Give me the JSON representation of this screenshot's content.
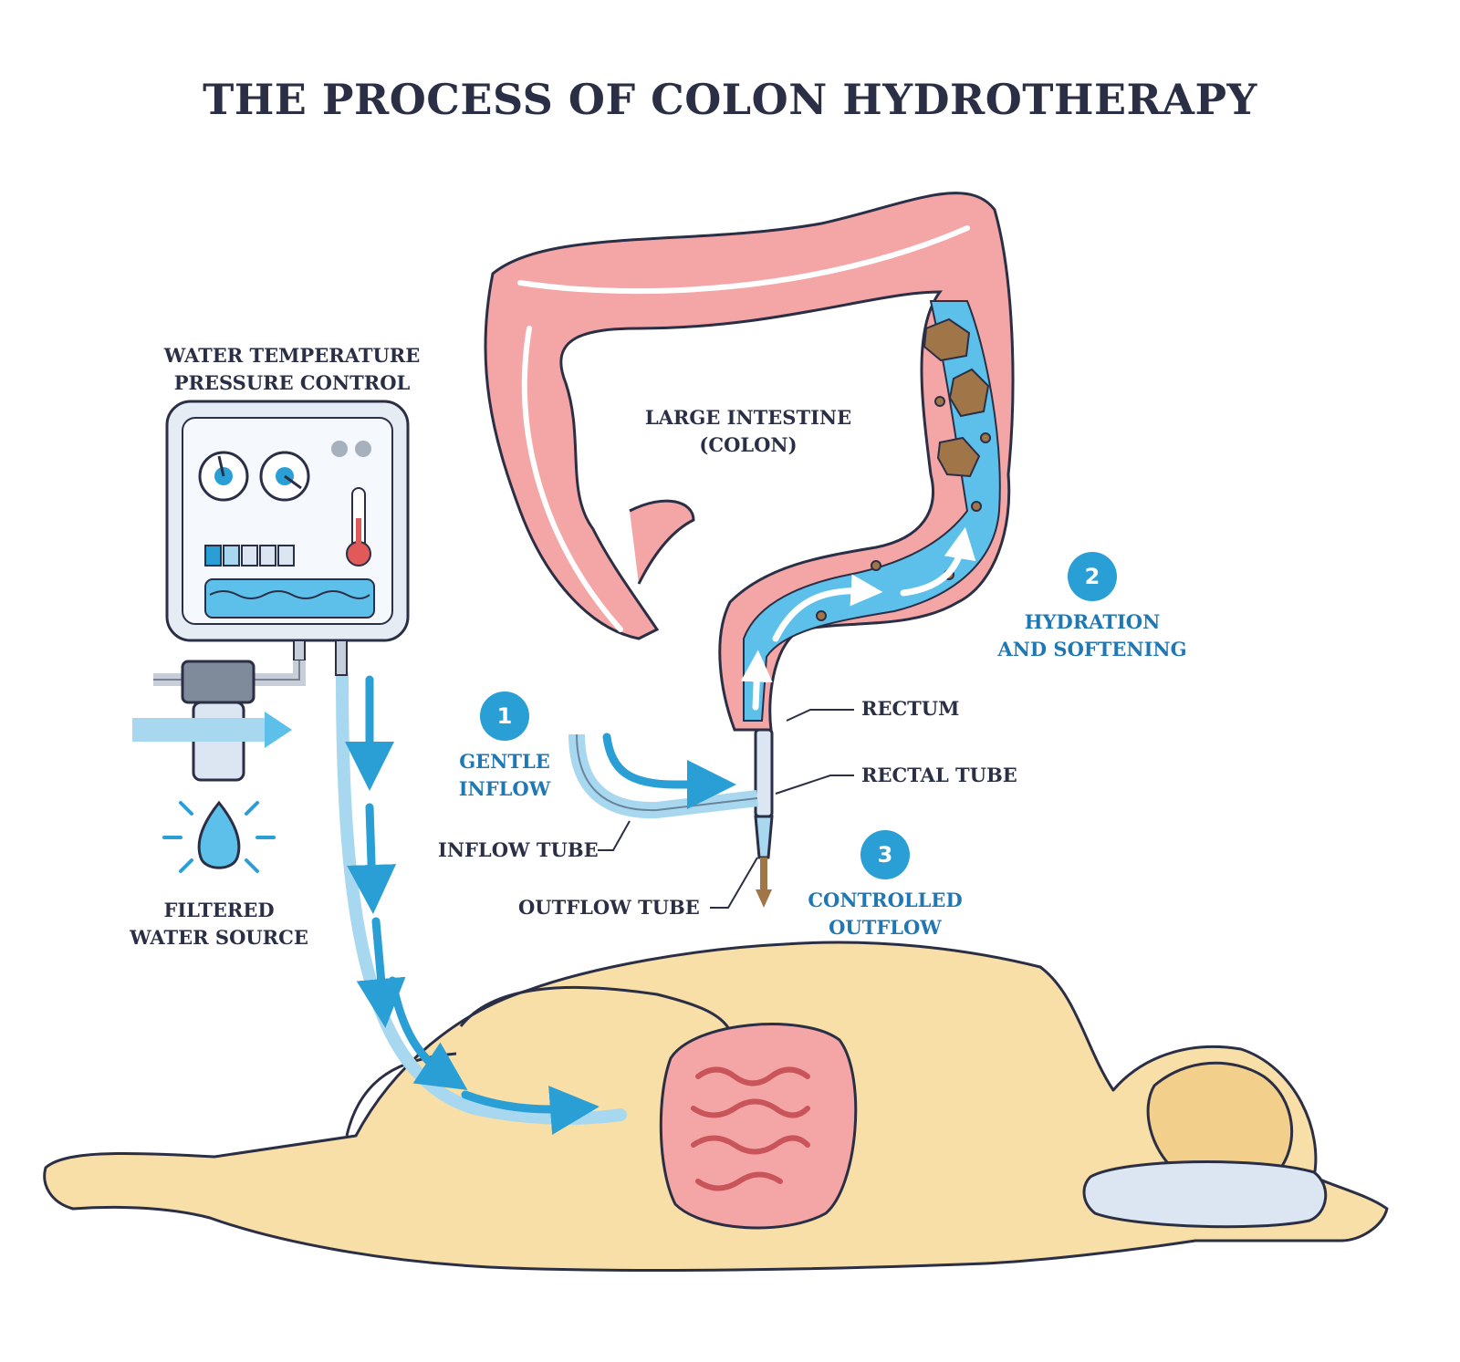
{
  "title": "THE PROCESS OF COLON HYDROTHERAPY",
  "control_unit": {
    "line1": "WATER TEMPERATURE",
    "line2": "PRESSURE CONTROL"
  },
  "water_source": {
    "line1": "FILTERED",
    "line2": "WATER SOURCE"
  },
  "colon": {
    "line1": "LARGE INTESTINE",
    "line2": "(COLON)"
  },
  "steps": [
    {
      "number": "1",
      "line1": "GENTLE",
      "line2": "INFLOW"
    },
    {
      "number": "2",
      "line1": "HYDRATION",
      "line2": "AND SOFTENING"
    },
    {
      "number": "3",
      "line1": "CONTROLLED",
      "line2": "OUTFLOW"
    }
  ],
  "parts": {
    "rectum": "RECTUM",
    "rectal_tube": "RECTAL TUBE",
    "inflow_tube": "INFLOW TUBE",
    "outflow_tube": "OUTFLOW TUBE"
  },
  "colors": {
    "title": "#2b2f45",
    "accent_blue": "#2a9fd6",
    "step_text": "#1f78b4",
    "colon_pink": "#f4a6a6",
    "water": "#5cc0ea",
    "skin": "#f8dfa8"
  }
}
